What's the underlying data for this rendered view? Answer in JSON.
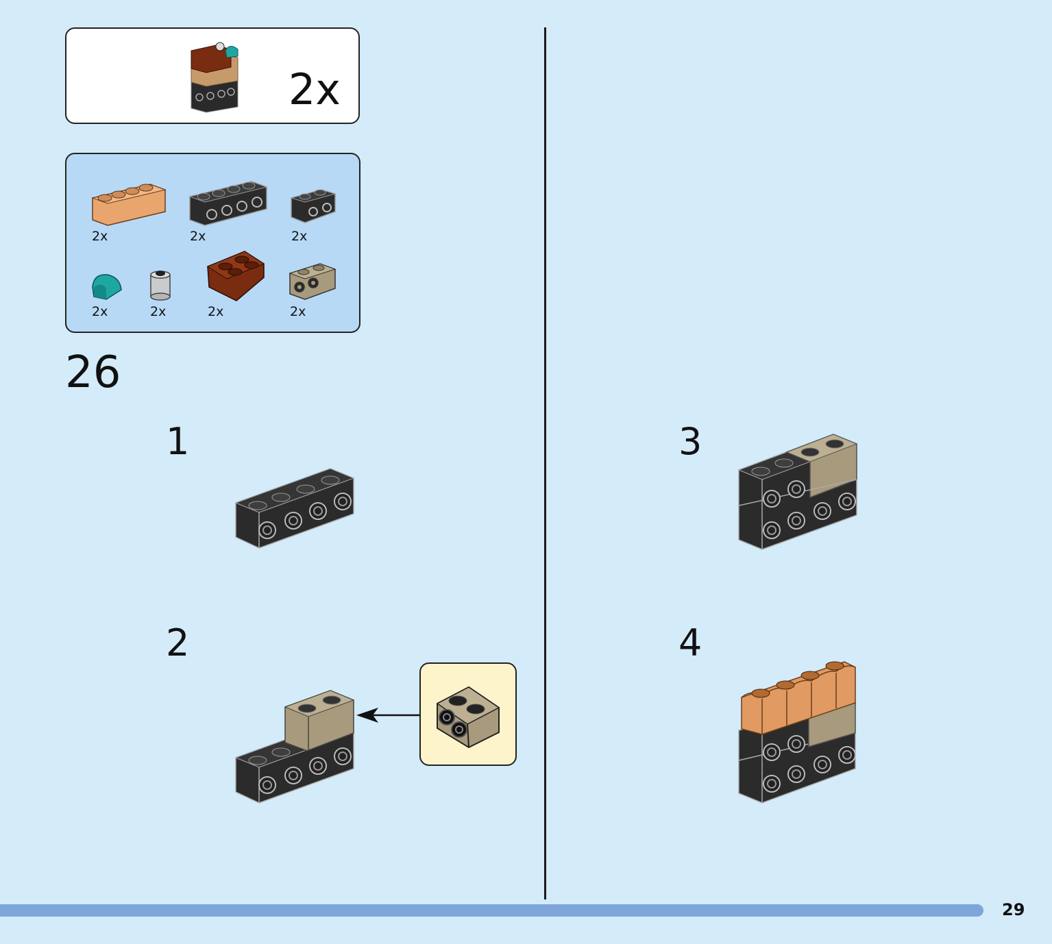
{
  "result": {
    "quantity": "2x"
  },
  "parts": [
    {
      "name": "medium-nougat-1x4-masonry-brick",
      "quantity": "2x",
      "color": "#e8a56e"
    },
    {
      "name": "black-1x4-brick-with-studs-on-side",
      "quantity": "2x",
      "color": "#2b2b2b"
    },
    {
      "name": "black-1x2-brick-with-studs-on-side",
      "quantity": "2x",
      "color": "#2b2b2b"
    },
    {
      "name": "dark-turquoise-1x1-round-slope",
      "quantity": "2x",
      "color": "#1ea7a2"
    },
    {
      "name": "light-grey-1x1-round-brick",
      "quantity": "2x",
      "color": "#c9cbcc"
    },
    {
      "name": "reddish-brown-2x2-inverted-slope",
      "quantity": "2x",
      "color": "#7a2c10"
    },
    {
      "name": "dark-tan-1x2-brick-with-studs-on-side",
      "quantity": "2x",
      "color": "#a89a7c"
    }
  ],
  "step": {
    "number": "26"
  },
  "substeps": [
    "1",
    "2",
    "3",
    "4"
  ],
  "page": {
    "number": "29"
  }
}
